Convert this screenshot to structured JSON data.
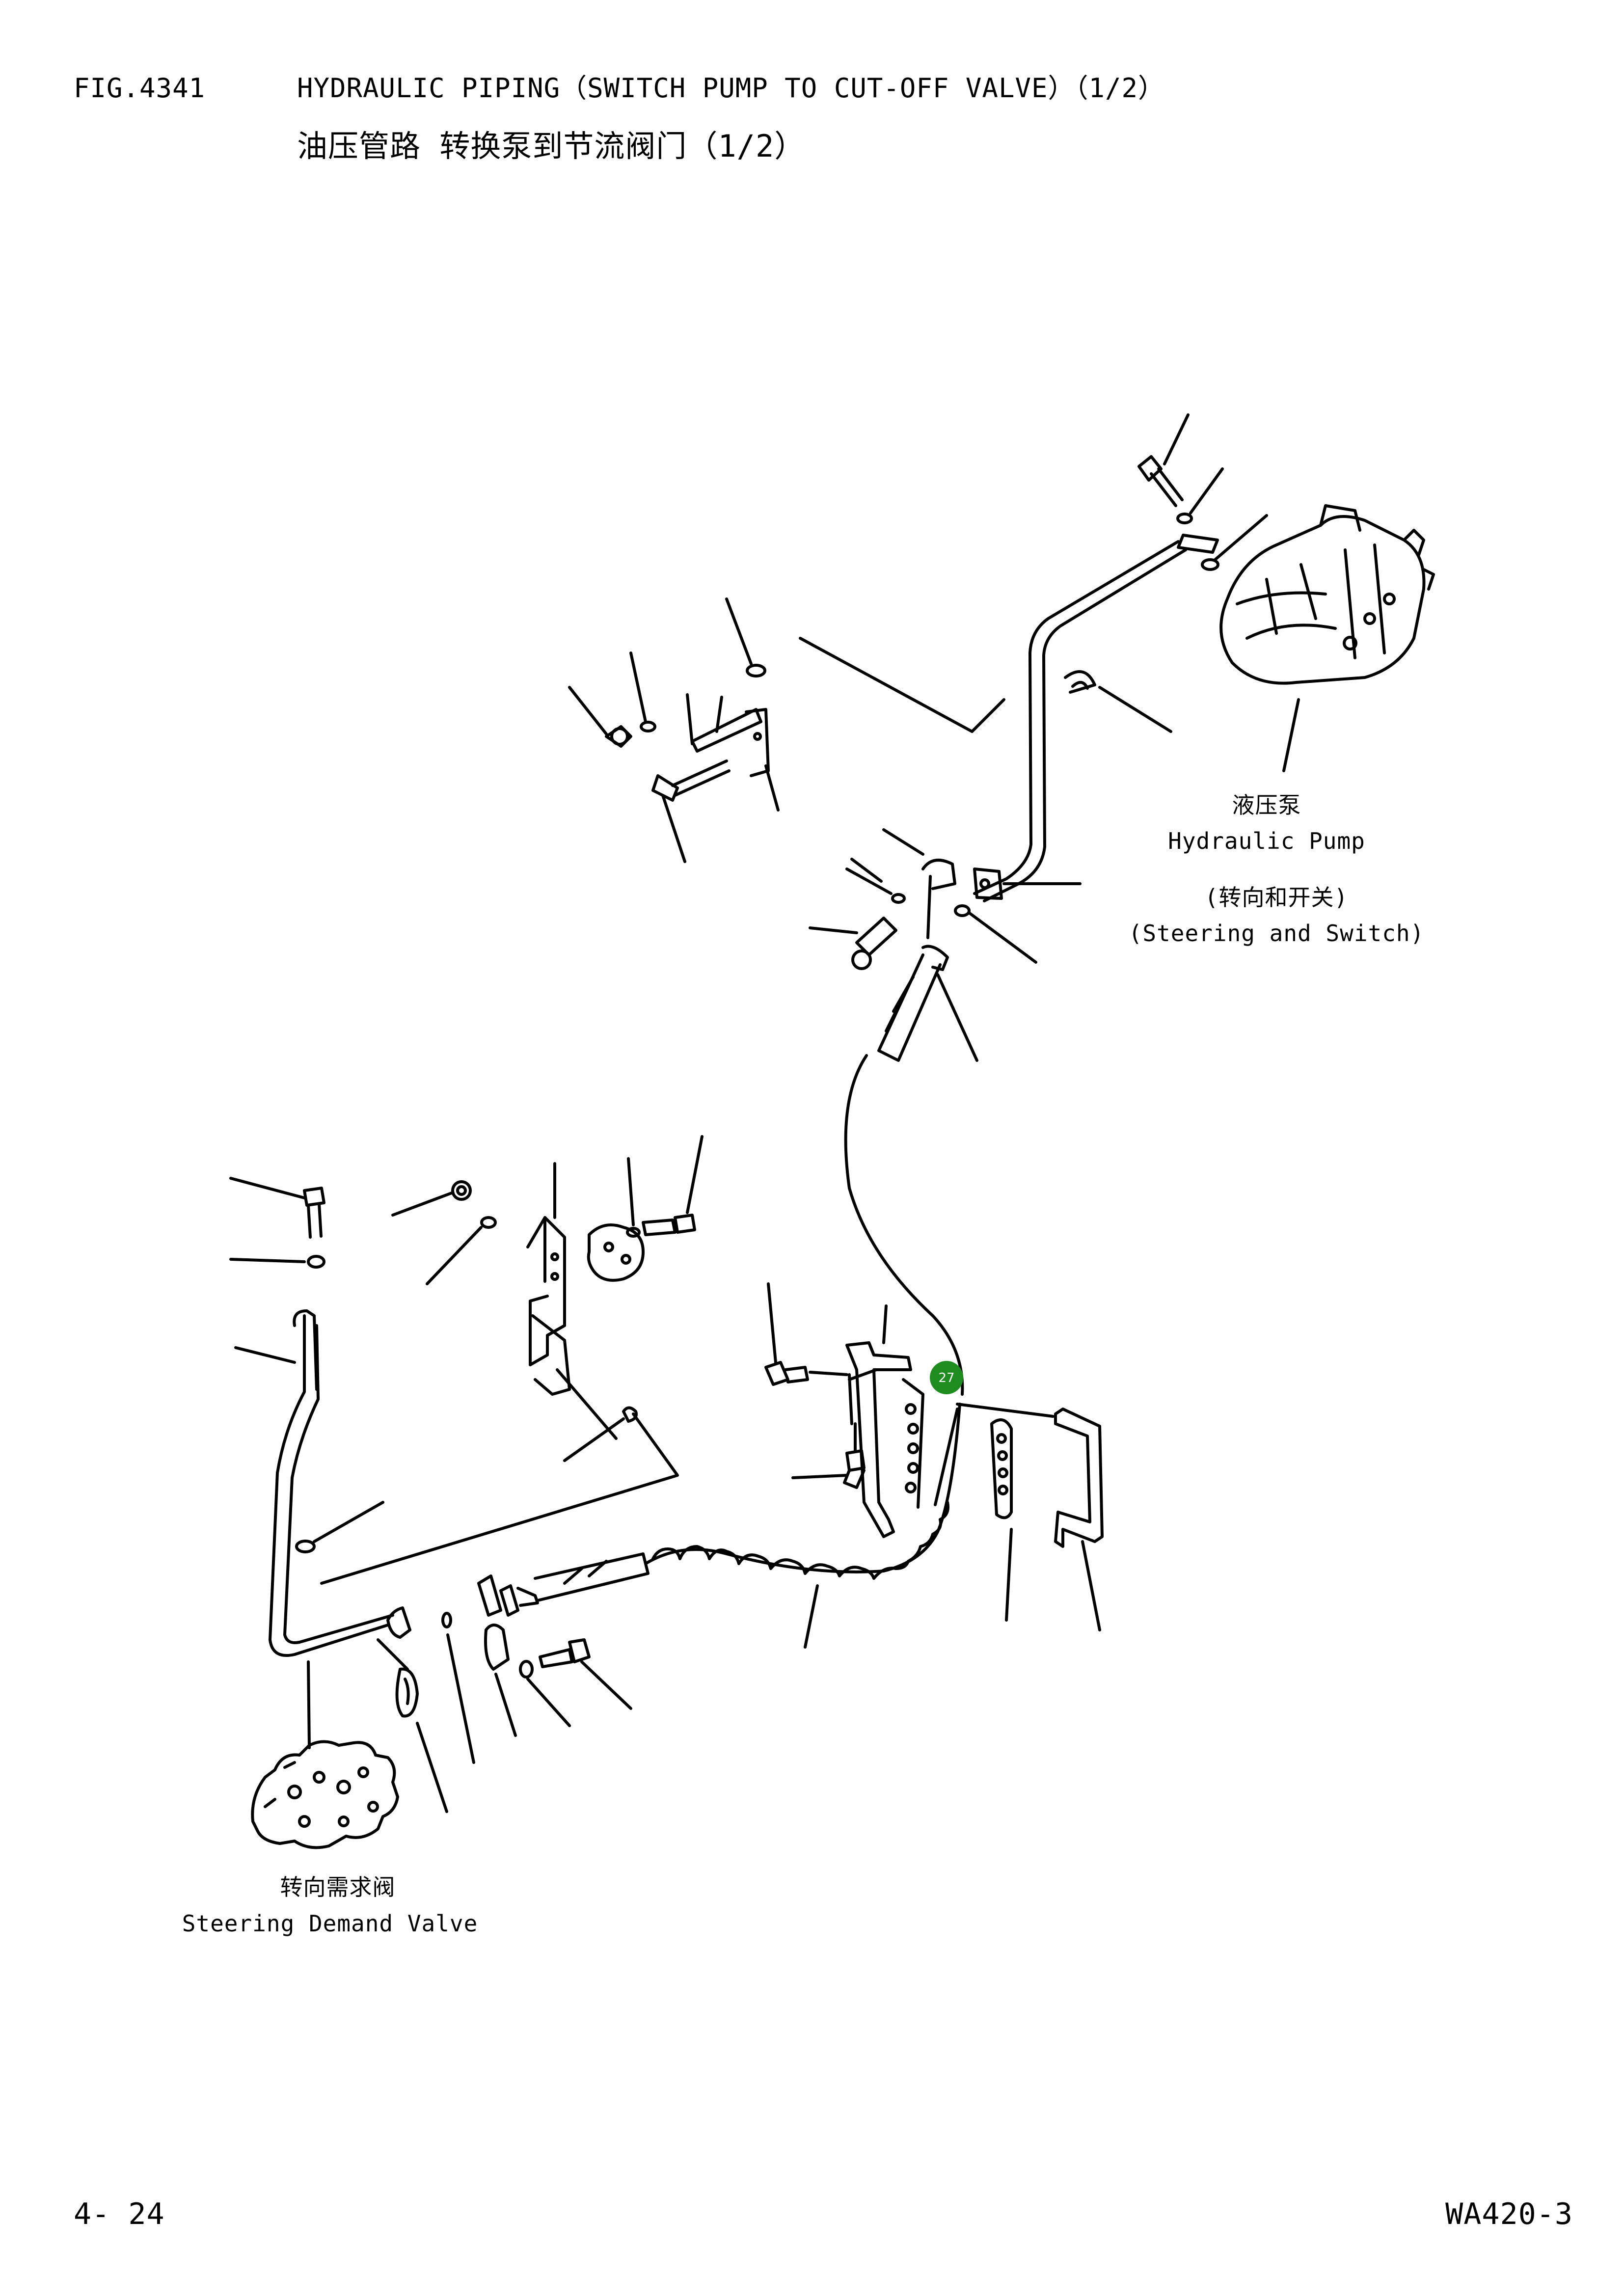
{
  "header": {
    "fig_number": "FIG.4341",
    "title_en": "HYDRAULIC PIPING（SWITCH PUMP TO CUT-OFF VALVE）（1/2）",
    "title_cn": "油压管路 转换泵到节流阀门（1/2）"
  },
  "labels": {
    "pump_cn": "液压泵",
    "pump_en": "Hydraulic Pump",
    "switch_cn": "(转向和开关)",
    "switch_en": "(Steering and Switch)",
    "valve_cn": "转向需求阀",
    "valve_en": "Steering Demand Valve"
  },
  "callout": {
    "number": "27",
    "color": "#1e8c1e"
  },
  "footer": {
    "page_number": "4- 24",
    "model": "WA420-3"
  }
}
